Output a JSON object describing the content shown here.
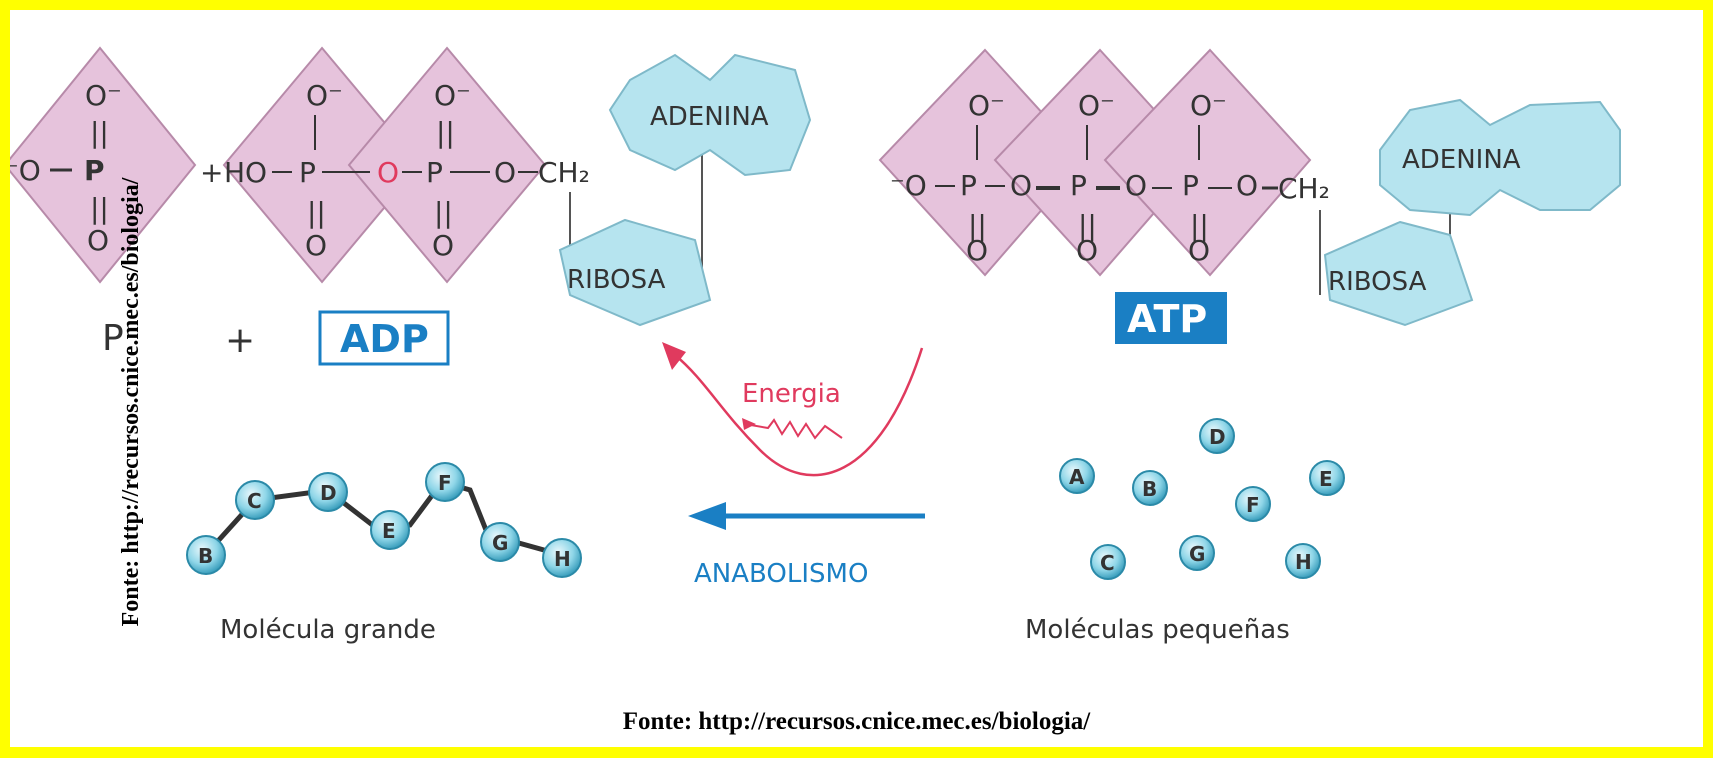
{
  "diagram": {
    "chem": {
      "o_minus": "O⁻",
      "o": "O",
      "p": "P",
      "minus_o": "⁻O",
      "ho": "HO",
      "ch2": "CH₂",
      "double_bond": "||",
      "single_bond": "|",
      "plus": "+",
      "p_label": "P"
    },
    "adp_left": {
      "adenina": "ADENINA",
      "ribosa": "RIBOSA",
      "adp": "ADP"
    },
    "atp_right": {
      "adenina": "ADENINA",
      "ribosa": "RIBOSA",
      "atp": "ATP"
    },
    "energia": "Energia",
    "anabolismo": "ANABOLISMO",
    "molecula_grande": "Molécula grande",
    "moleculas_pequenas": "Moléculas pequeñas",
    "chain_letters": [
      "B",
      "C",
      "D",
      "E",
      "F",
      "G",
      "H"
    ],
    "small_letters": [
      "A",
      "B",
      "C",
      "D",
      "E",
      "F",
      "G",
      "H"
    ]
  },
  "source_bottom": "Fonte: http://recursos.cnice.mec.es/biologia/",
  "source_vertical": "Fonte: http://recursos.cnice.mec.es/biologia/",
  "colors": {
    "frame": "#ffff00",
    "phosphate": "#e6c3dc",
    "sugar_base": "#b6e4ef",
    "atp_box": "#1a7fc4",
    "arrow_blue": "#1a7fc4",
    "energy_red": "#e03a5e"
  }
}
